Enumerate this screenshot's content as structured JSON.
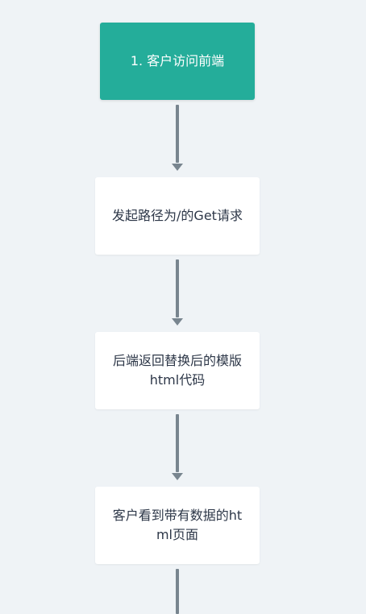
{
  "diagram": {
    "steps": [
      {
        "label": "1. 客户访问前端"
      },
      {
        "label": "发起路径为/的Get请求"
      },
      {
        "label_lines": [
          "后端返回替换后的模版",
          "html代码"
        ]
      },
      {
        "label_lines": [
          "客户看到带有数据的ht",
          "ml页面"
        ]
      }
    ],
    "colors": {
      "background": "#eff3f6",
      "primary_box": "#24ad9a",
      "plain_box": "#ffffff",
      "arrow": "#78858f"
    }
  }
}
